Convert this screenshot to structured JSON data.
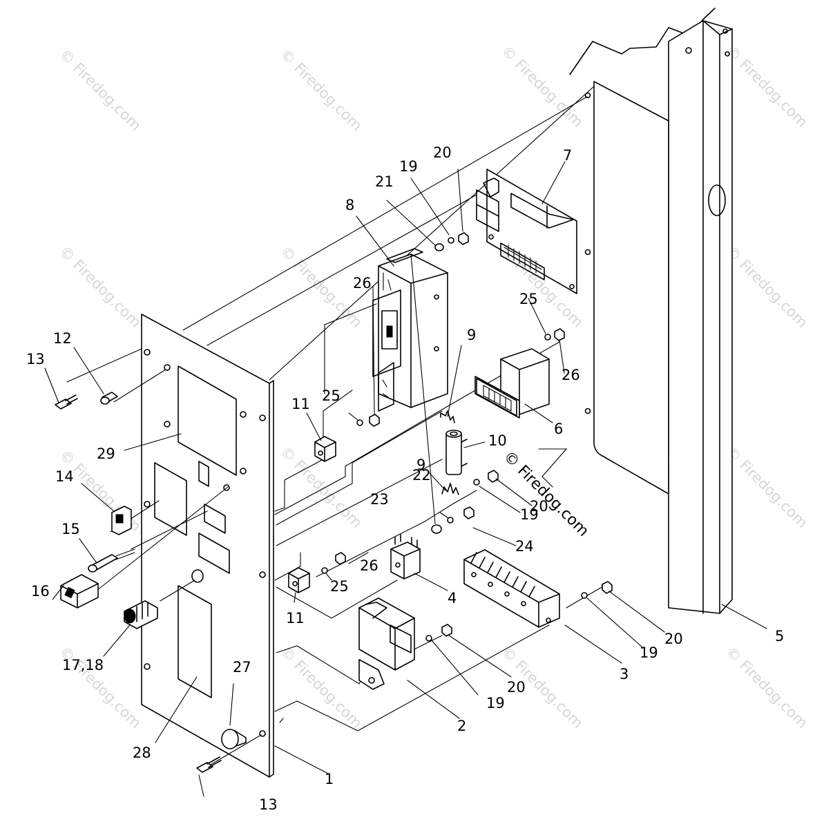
{
  "diagram": {
    "watermark_text": "© Firedog.com",
    "callout_labels": {
      "c1": "1",
      "c2": "2",
      "c3": "3",
      "c4": "4",
      "c5": "5",
      "c6": "6",
      "c7": "7",
      "c8": "8",
      "c9a": "9",
      "c9b": "9",
      "c10": "10",
      "c11a": "11",
      "c11b": "11",
      "c12": "12",
      "c13a": "13",
      "c13b": "13",
      "c14": "14",
      "c15": "15",
      "c16": "16",
      "c17_18": "17,18",
      "c19a": "19",
      "c19b": "19",
      "c19c": "19",
      "c19d": "19",
      "c20a": "20",
      "c20b": "20",
      "c20c": "20",
      "c20d": "20",
      "c21": "21",
      "c22": "22",
      "c23": "23",
      "c24": "24",
      "c25a": "25",
      "c25b": "25",
      "c25c": "25",
      "c26a": "26",
      "c26b": "26",
      "c26c": "26",
      "c27": "27",
      "c28": "28",
      "c29": "29"
    }
  }
}
